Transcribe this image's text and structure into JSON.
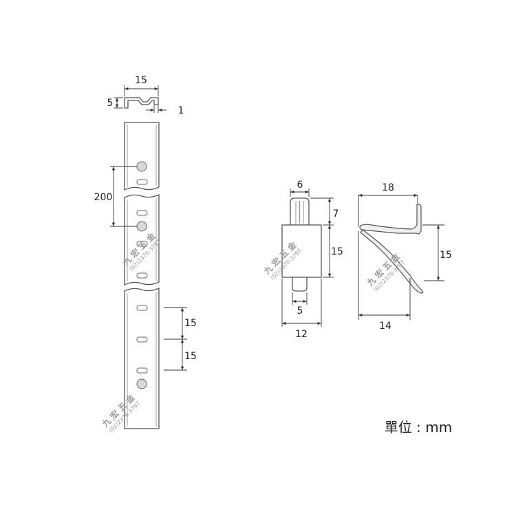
{
  "dimensions": {
    "profile_width": "15",
    "profile_height": "5",
    "profile_thickness": "1",
    "hole_spacing": "200",
    "slot_pitch_a": "15",
    "slot_pitch_b": "15",
    "pin_head_width": "6",
    "pin_head_height": "7",
    "pin_body_height": "15",
    "pin_stem_width": "5",
    "pin_body_width": "12",
    "clip_top_width": "18",
    "clip_height": "15",
    "clip_bottom_width": "14"
  },
  "unit_label": "單位 : mm",
  "watermark": {
    "company": "九 宏 五 金",
    "phone": "(02)2376-3797"
  },
  "colors": {
    "outline": "#555555",
    "dimension_line": "#333333",
    "watermark": "#9a9a9a"
  }
}
